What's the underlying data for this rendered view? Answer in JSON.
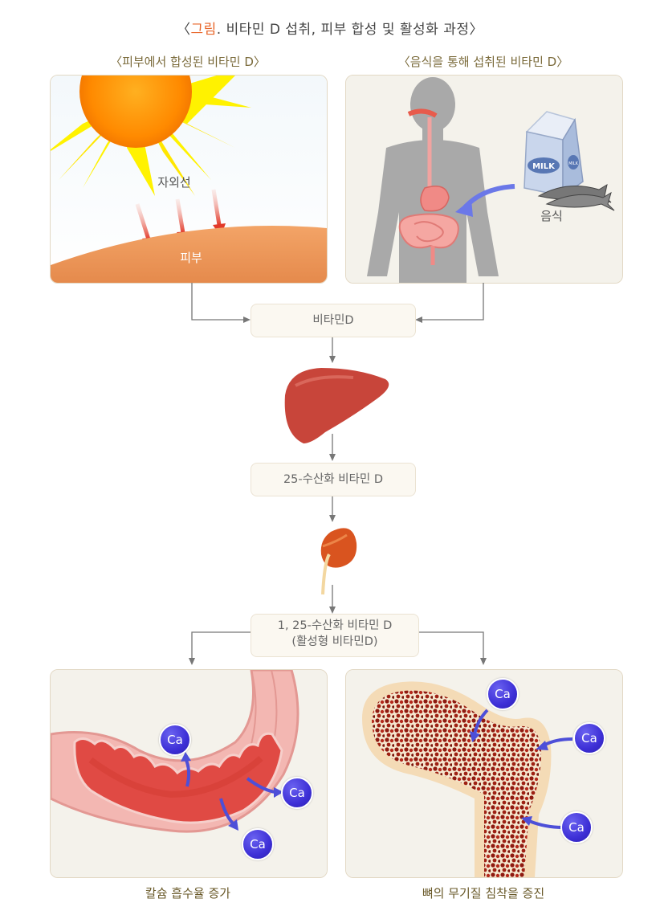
{
  "title": {
    "bracket_open": "〈",
    "highlight": "그림",
    "rest": ". 비타민 D 섭취, 피부 합성 및 활성화 과정",
    "bracket_close": "〉"
  },
  "left_section_title": "〈피부에서 합성된 비타민 D〉",
  "right_section_title": "〈음식을 통해 섭취된 비타민 D〉",
  "sun_panel": {
    "uv_label": "자외선",
    "skin_label": "피부"
  },
  "food_panel": {
    "food_label": "음식",
    "milk_label": "MILK",
    "milk_side_label": "MILK"
  },
  "steps": {
    "vitamin_d": "비타민D",
    "hydroxy_25": "25-수산화 비타민 D",
    "dihydroxy_line1": "1, 25-수산화 비타민 D",
    "dihydroxy_line2": "(활성형 비타민D)"
  },
  "calcium_label": "Ca",
  "captions": {
    "intestine": "칼슘 흡수율 증가",
    "bone": "뼈의 무기질 침착을 증진"
  },
  "colors": {
    "title_highlight": "#e8662a",
    "ca_circle": "#3d2fd6",
    "arrow_red": "#e23a2a",
    "liver": "#c8453a"
  }
}
